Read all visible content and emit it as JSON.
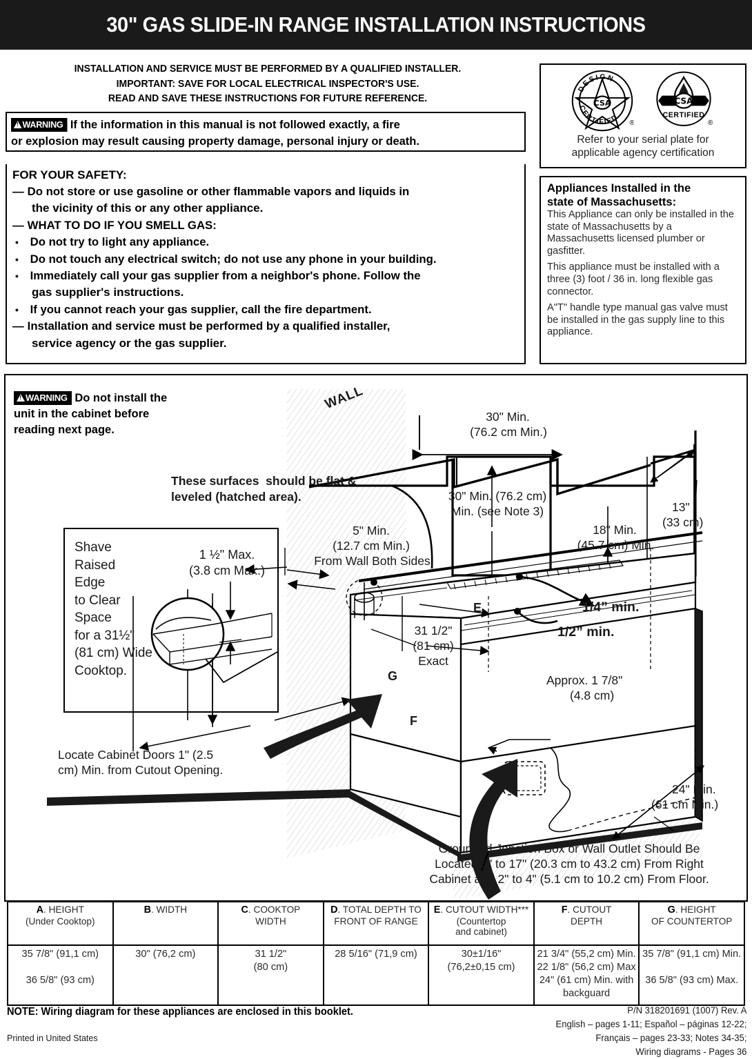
{
  "header": {
    "title": "30\" GAS SLIDE-IN RANGE INSTALLATION INSTRUCTIONS"
  },
  "intro": {
    "line1": "INSTALLATION AND SERVICE MUST BE PERFORMED BY A QUALIFIED INSTALLER.",
    "line2": "IMPORTANT: SAVE FOR LOCAL ELECTRICAL INSPECTOR'S USE.",
    "line3": "READ AND SAVE THESE INSTRUCTIONS FOR FUTURE REFERENCE."
  },
  "warning_box": {
    "badge": "WARNING",
    "line1": "If the information in this manual is not followed exactly, a fire",
    "line2": "or explosion may result causing property damage, personal injury or death."
  },
  "safety": {
    "heading": "FOR YOUR SAFETY:",
    "items": [
      {
        "mark": "—",
        "text": "Do not store or use gasoline or other flammable vapors and liquids in"
      },
      {
        "mark": "",
        "text": "the vicinity of this or any other appliance.",
        "cont": true
      },
      {
        "mark": "—",
        "text": "WHAT TO DO IF YOU SMELL GAS:"
      },
      {
        "mark": "•",
        "text": "Do not try to light any appliance."
      },
      {
        "mark": "•",
        "text": "Do not touch any electrical switch; do not use any phone in your building."
      },
      {
        "mark": "•",
        "text": "Immediately call your gas supplier from a neighbor's phone.  Follow the"
      },
      {
        "mark": "",
        "text": "gas supplier's instructions.",
        "cont": true
      },
      {
        "mark": "•",
        "text": "If you cannot reach your gas supplier, call the fire department."
      },
      {
        "mark": "—",
        "text": "Installation and service must be performed by a qualified installer,"
      },
      {
        "mark": "",
        "text": "service agency or the gas supplier.",
        "cont": true
      }
    ]
  },
  "cert": {
    "logo_left_top": "DESIGN",
    "logo_left_bottom": "CERTIFIED",
    "logo_left_mark": "CSA",
    "logo_right_caption": "CERTIFIED",
    "logo_right_mark": "CSA",
    "registered": "®",
    "caption_line1": "Refer to your serial plate for",
    "caption_line2": "applicable agency certification"
  },
  "massachusetts": {
    "title_line1": "Appliances Installed in the",
    "title_line2": "state of Massachusetts:",
    "p1": "This Appliance can only be installed in the state of Massachusetts by a Massachusetts licensed plumber or",
    "p1b": "gasfitter.",
    "p2": "This appliance must be installed with a three (3) foot / 36 in. long flexible gas connector.",
    "p3": "A\"T\" handle type manual gas valve must be installed in the gas supply line to this appliance."
  },
  "diagram": {
    "warning_badge": "WARNING",
    "warning_line1": "Do not install the",
    "warning_line2": "unit in the cabinet before",
    "warning_line3": "reading next page.",
    "wall_label": "WALL",
    "flat_note_line1": "These surfaces  should be flat &",
    "flat_note_line2": "leveled (hatched area).",
    "shave_box": {
      "line1": "Shave",
      "line2": "Raised",
      "line3": "Edge",
      "line4": "to Clear",
      "line5": "Space",
      "line6": "for a 31½\"",
      "line7": "(81 cm) Wide",
      "line8": "Cooktop.",
      "max_line1": "1 ½\" Max.",
      "max_line2": "(3.8 cm Max.)"
    },
    "dim_30_top_line1": "30\" Min.",
    "dim_30_top_line2": "(76.2 cm Min.)",
    "dim_30_note_line1": "30\" Min. (76.2 cm)",
    "dim_30_note_line2": "Min. (see Note 3)",
    "dim_13_line1": "13\"",
    "dim_13_line2": "(33 cm)",
    "dim_18_line1": "18\" Min.",
    "dim_18_line2": "(45.7 cm) Min.",
    "dim_5_line1": "5\" Min.",
    "dim_5_line2": "(12.7 cm Min.)",
    "dim_5_line3": "From Wall Both Sides",
    "dim_31_line1": "31 1/2\"",
    "dim_31_line2": "(81 cm)",
    "dim_31_line3": "Exact",
    "quarter_min": "1/4” min.",
    "half_min": "1/2” min.",
    "approx_line1": "Approx. 1 7/8\"",
    "approx_line2": "(4.8 cm)",
    "label_E": "E",
    "label_F": "F",
    "label_G": "G",
    "cabinet_doors_line1": "Locate Cabinet Doors 1\" (2.5",
    "cabinet_doors_line2": "cm) Min. from Cutout Opening.",
    "dim_24_line1": "24\" Min.",
    "dim_24_line2": "(61 cm Min.)",
    "junction_line1": "Grounded Jonction Box or Wall Outlet Should Be",
    "junction_line2": "Located 8\" to 17\" (20.3 cm to 43.2 cm) From Right",
    "junction_line3": "Cabinet and 2\" to 4\" (5.1 cm to 10.2 cm) From Floor."
  },
  "spec_table": {
    "headers": [
      {
        "letter": "A",
        "rest": ". HEIGHT",
        "sub": "(Under Cooktop)"
      },
      {
        "letter": "B",
        "rest": ". WIDTH",
        "sub": ""
      },
      {
        "letter": "C",
        "rest": ". COOKTOP",
        "sub": "WIDTH"
      },
      {
        "letter": "D",
        "rest": ". TOTAL DEPTH TO",
        "sub": "FRONT OF RANGE"
      },
      {
        "letter": "E",
        "rest": ". CUTOUT WIDTH***",
        "sub": "(Countertop\nand cabinet)"
      },
      {
        "letter": "F",
        "rest": ". CUTOUT",
        "sub": "DEPTH"
      },
      {
        "letter": "G",
        "rest": ". HEIGHT",
        "sub": "OF COUNTERTOP"
      }
    ],
    "row": [
      "35 7/8\" (91,1 cm)\n\n36 5/8\" (93 cm)",
      "30\" (76,2 cm)",
      "31 1/2\"\n(80 cm)",
      "28 5/16\" (71,9 cm)",
      "30±1/16\"\n(76,2±0,15 cm)",
      "21 3/4\" (55,2 cm) Min.\n22 1/8\" (56,2 cm) Max\n24\" (61 cm) Min. with\nbackguard",
      "35 7/8\" (91,1 cm) Min.\n\n36 5/8\" (93 cm) Max."
    ]
  },
  "footer": {
    "note": "NOTE: Wiring diagram for these appliances are enclosed in this booklet.",
    "printed": "Printed in United States",
    "pn": "P/N 318201691 (1007) Rev. A",
    "langs1": "English – pages 1-11; Español – páginas 12-22;",
    "langs2": "Français – pages 23-33; Notes 34-35;",
    "langs3": "Wiring diagrams - Pages 36"
  },
  "colors": {
    "banner_bg": "#1a1a1a",
    "ink": "#000000",
    "text_gray": "#2b2b2b"
  }
}
